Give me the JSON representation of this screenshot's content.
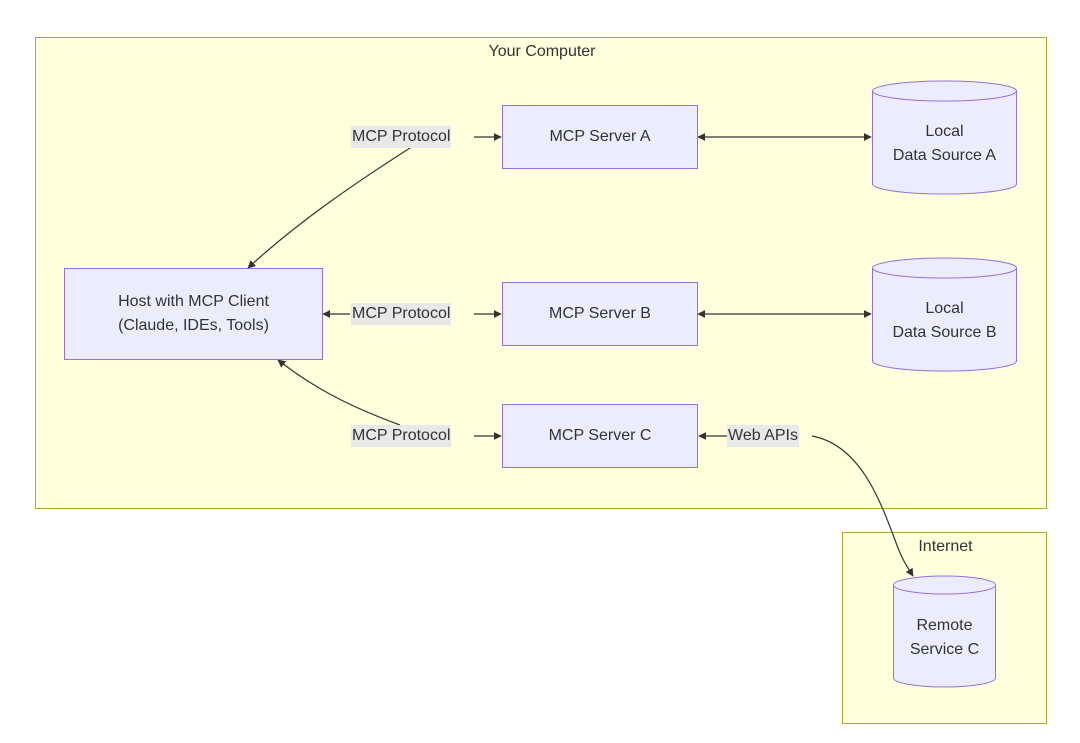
{
  "subgraphs": {
    "computer": {
      "title": "Your Computer"
    },
    "internet": {
      "title": "Internet"
    }
  },
  "nodes": {
    "host": {
      "label": "Host with MCP Client\n(Claude, IDEs, Tools)"
    },
    "server_a": {
      "label": "MCP Server A"
    },
    "server_b": {
      "label": "MCP Server B"
    },
    "server_c": {
      "label": "MCP Server C"
    },
    "data_a": {
      "label": "Local\nData Source A"
    },
    "data_b": {
      "label": "Local\nData Source B"
    },
    "remote_c": {
      "label": "Remote\nService C"
    }
  },
  "edge_labels": {
    "host_a": "MCP Protocol",
    "host_b": "MCP Protocol",
    "host_c": "MCP Protocol",
    "c_remote": "Web APIs"
  },
  "colors": {
    "cluster_fill": "#ffffde",
    "cluster_border": "#aaaa33",
    "node_fill": "#ececff",
    "node_border": "#9370db",
    "edge": "#333333",
    "label_bg": "#e8e8e8"
  }
}
